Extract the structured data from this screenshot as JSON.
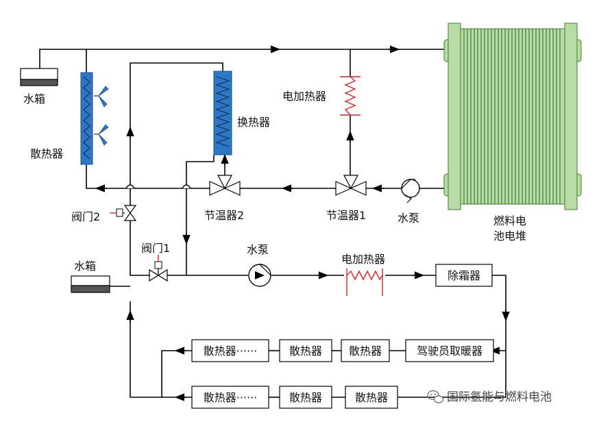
{
  "labels": {
    "tank_top": "水箱",
    "radiator_top": "散热器",
    "heat_exchanger": "换热器",
    "electric_heater_top": "电加热器",
    "fuel_cell_stack_line1": "燃料电",
    "fuel_cell_stack_line2": "池电堆",
    "thermostat_1": "节温器1",
    "thermostat_2": "节温器2",
    "pump_top": "水泵",
    "valve_2": "阀门2",
    "valve_1": "阀门1",
    "tank_bottom": "水箱",
    "pump_bottom": "水泵",
    "electric_heater_bottom": "电加热器",
    "defroster": "除霜器",
    "driver_heater": "驾驶员取暖器",
    "row1_radiators": [
      "散热器······",
      "散热器",
      "散热器"
    ],
    "row2_radiators": [
      "散热器······",
      "散热器",
      "散热器"
    ]
  },
  "watermark": "国际氢能与燃料电池",
  "colors": {
    "stack_green": "#b7dca6",
    "stack_dark": "#3d7a2f",
    "radiator_blue": "#2e77c4",
    "heater_red": "#d8232a",
    "tank_dark": "#555555"
  }
}
